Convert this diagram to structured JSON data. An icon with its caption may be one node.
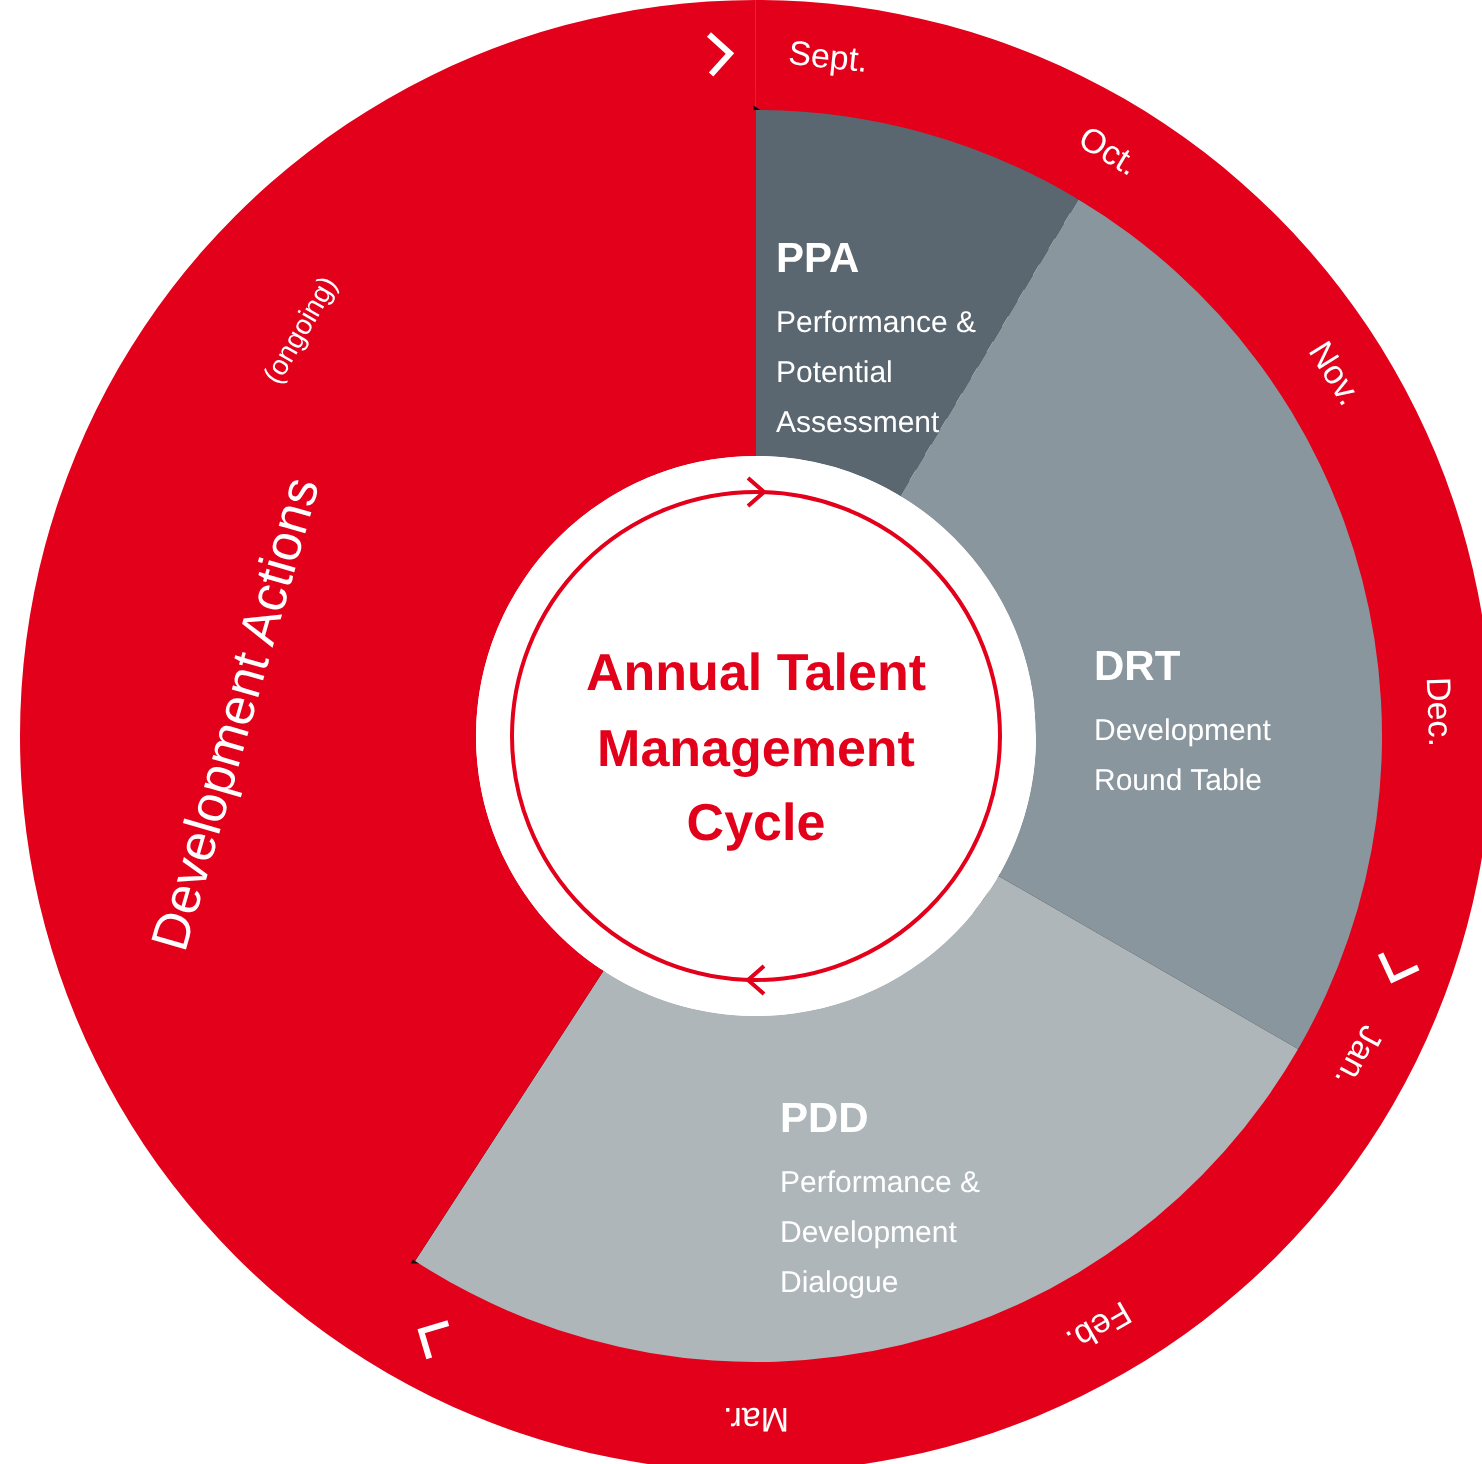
{
  "diagram": {
    "nodes": [
      {
        "text": [
          "PPA",
          "Performance & Potential Assessment"
        ]
      },
      {
        "text": [
          "DRT",
          "Development Round Table"
        ]
      },
      {
        "text": [
          "PDD",
          "Performance & Development Dialogue"
        ]
      },
      {
        "text": [
          "Development Actions",
          "(ongoing)"
        ]
      },
      {
        "text": [
          "Annual Talent Management Cycle"
        ]
      }
    ],
    "labels": [
      "Sept.",
      "Oct.",
      "Nov.",
      "Dec.",
      "Jan.",
      "Feb.",
      "Mar."
    ]
  }
}
